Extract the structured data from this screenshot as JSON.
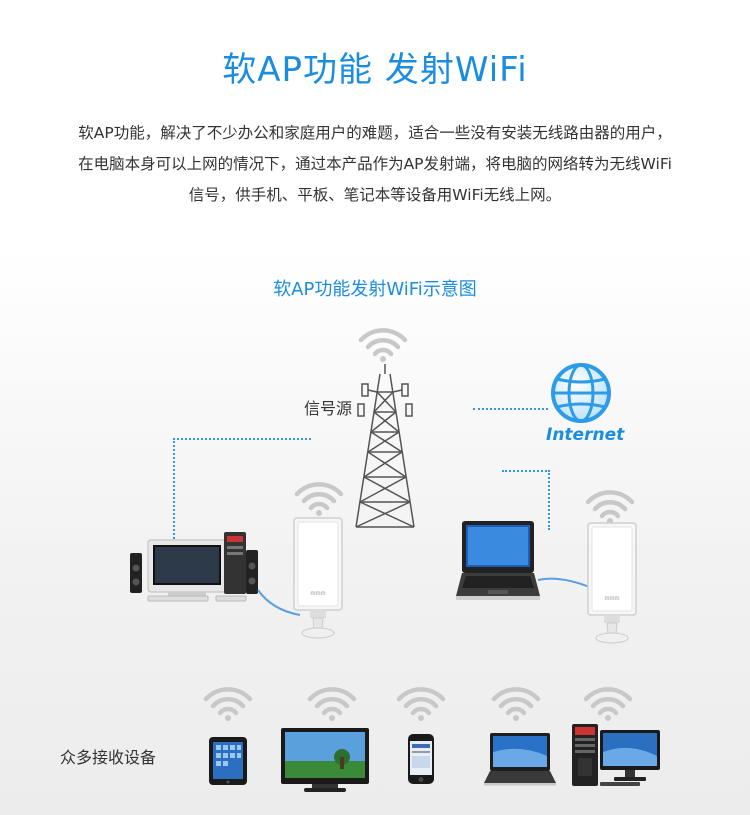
{
  "header": {
    "title": "软AP功能  发射WiFi",
    "description_lines": [
      "软AP功能，解决了不少办公和家庭用户的难题，适合一些没有安装无线路由器的用户，",
      "在电脑本身可以上网的情况下，通过本产品作为AP发射端，将电脑的网络转为无线WiFi",
      "信号，供手机、平板、笔记本等设备用WiFi无线上网。"
    ]
  },
  "diagram": {
    "title": "软AP功能发射WiFi示意图",
    "signal_source_label": "信号源",
    "internet_label": "Internet",
    "receivers_label": "众多接收设备",
    "device_brand": "mmm"
  },
  "colors": {
    "accent": "#1a8de0",
    "wifi_gray": "#c8c8c8",
    "text": "#333333"
  }
}
